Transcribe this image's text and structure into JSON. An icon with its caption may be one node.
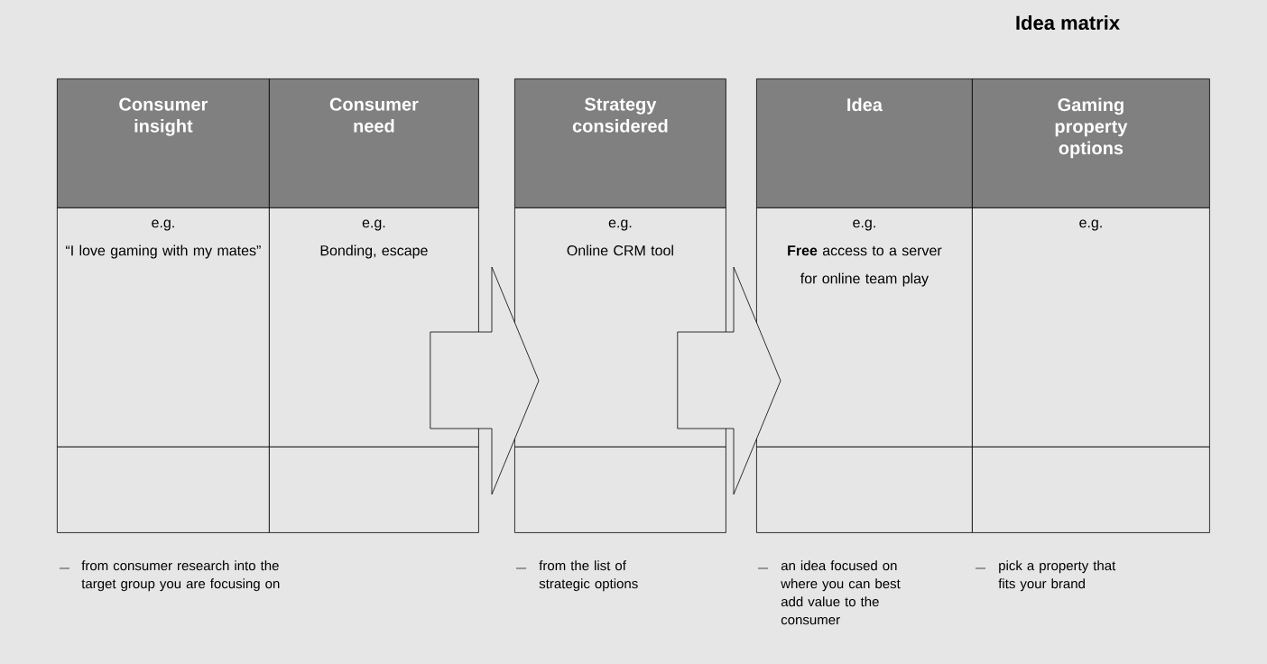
{
  "diagram": {
    "title": "Idea matrix",
    "nodes": [
      {
        "text": [
          "Consumer insight"
        ]
      },
      {
        "text": [
          "e.g.",
          "“I love gaming with my mates”"
        ]
      },
      {
        "text": [],
        "shape": "box"
      },
      {
        "text": [
          "Consumer need"
        ]
      },
      {
        "text": [
          "e.g.",
          "Bonding, escape"
        ]
      },
      {
        "text": [],
        "shape": "box"
      },
      {
        "text": [
          "Strategy considered"
        ]
      },
      {
        "text": [
          "e.g.",
          "Online CRM tool"
        ]
      },
      {
        "text": [],
        "shape": "box"
      },
      {
        "text": [
          "Idea"
        ]
      },
      {
        "text": [
          "e.g.",
          "**Free** access to a server for online team play"
        ]
      },
      {
        "text": [],
        "shape": "box"
      },
      {
        "text": [
          "Gaming property options"
        ]
      },
      {
        "text": [
          "e.g."
        ]
      },
      {
        "text": [],
        "shape": "box"
      }
    ],
    "edges": [
      {
        "from": 4,
        "to": 7,
        "arrow": "to"
      },
      {
        "from": 7,
        "to": 10,
        "arrow": "to"
      }
    ],
    "labels": [
      "from consumer research into the target group you are focusing on",
      "from the list of strategic options",
      "an idea focused on where you can best add value to the consumer",
      "pick a property that fits your brand"
    ]
  }
}
